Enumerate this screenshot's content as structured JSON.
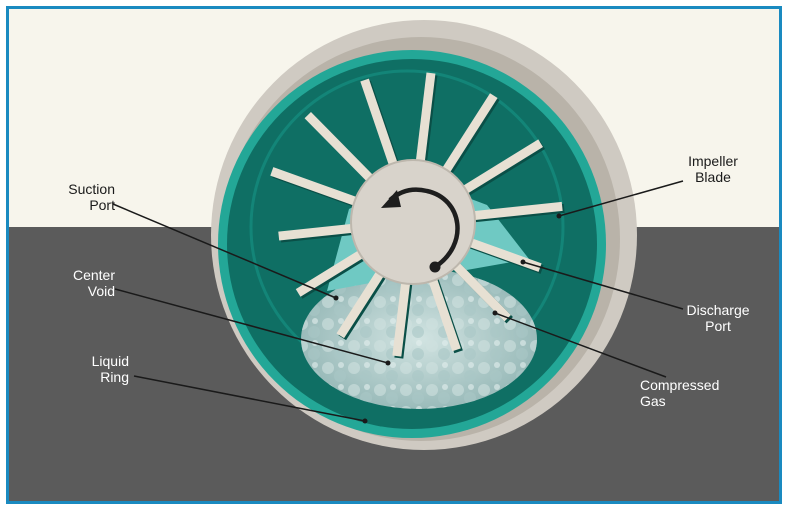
{
  "labels": {
    "suction_port": {
      "line1": "Suction",
      "line2": "Port"
    },
    "center_void": {
      "line1": "Center",
      "line2": "Void"
    },
    "liquid_ring": {
      "line1": "Liquid",
      "line2": "Ring"
    },
    "impeller_blade": {
      "line1": "Impeller",
      "line2": "Blade"
    },
    "discharge_port": {
      "line1": "Discharge",
      "line2": "Port"
    },
    "compressed_gas": {
      "line1": "Compressed",
      "line2": "Gas"
    }
  },
  "colors": {
    "frame_border": "#1a8ac0",
    "top_background": "#f7f5ec",
    "bottom_background": "#5b5b5b",
    "casing": "#cfcac2",
    "liquid": "#0f6f64",
    "liquid_edge": "#23a797",
    "port": "#6fc9c3",
    "blade": "#e7e0d3",
    "hub": "#d8d3cb",
    "gas": "#b4cfce",
    "arrow": "#1e1e1e"
  }
}
